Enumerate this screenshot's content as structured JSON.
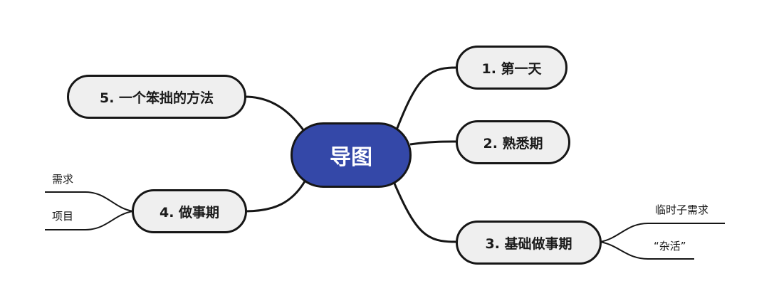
{
  "root": {
    "label": "导图"
  },
  "branches": [
    {
      "label": "1. 第一天",
      "children": []
    },
    {
      "label": "2. 熟悉期",
      "children": []
    },
    {
      "label": "3. 基础做事期",
      "children": [
        "临时子需求",
        "“杂活”"
      ]
    },
    {
      "label": "4. 做事期",
      "children": [
        "需求",
        "项目"
      ]
    },
    {
      "label": "5. 一个笨拙的方法",
      "children": []
    }
  ],
  "colors": {
    "root_fill": "#3448a8",
    "node_fill": "#efefef",
    "stroke": "#161616"
  }
}
